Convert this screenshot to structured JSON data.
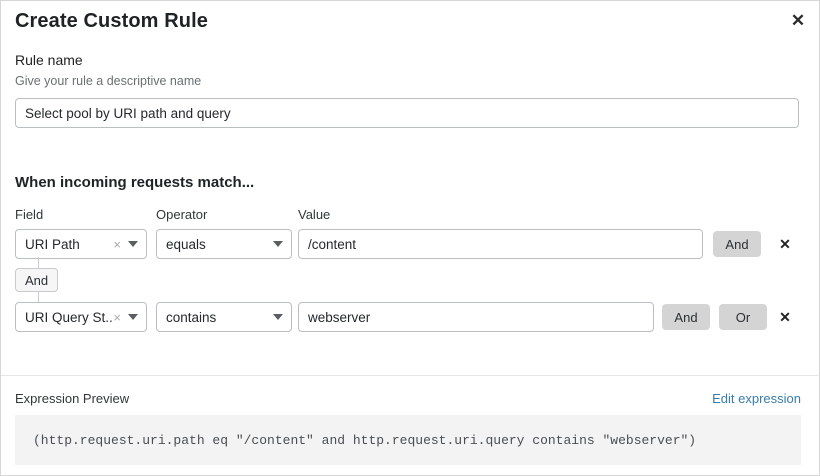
{
  "dialog": {
    "title": "Create Custom Rule",
    "close_label": "✕"
  },
  "rule_name": {
    "label": "Rule name",
    "hint": "Give your rule a descriptive name",
    "value": "Select pool by URI path and query",
    "placeholder": "Select pool by URI path and query"
  },
  "match": {
    "heading": "When incoming requests match...",
    "columns": {
      "field": "Field",
      "operator": "Operator",
      "value": "Value"
    },
    "connector": {
      "label": "And"
    },
    "rows": [
      {
        "field": "URI Path",
        "operator": "equals",
        "value": "/content",
        "clear_icon": "×",
        "logic_buttons": [
          "And"
        ],
        "remove_label": "✕"
      },
      {
        "field": "URI Query St...",
        "operator": "contains",
        "value": "webserver",
        "clear_icon": "×",
        "logic_buttons": [
          "And",
          "Or"
        ],
        "remove_label": "✕"
      }
    ]
  },
  "expression": {
    "label": "Expression Preview",
    "edit_link": "Edit expression",
    "code": "(http.request.uri.path eq \"/content\" and http.request.uri.query contains \"webserver\")"
  },
  "colors": {
    "link": "#3a7cab",
    "logic_button_bg": "#d4d4d4",
    "code_bg": "#f3f3f3",
    "border": "#bcbfc2"
  }
}
